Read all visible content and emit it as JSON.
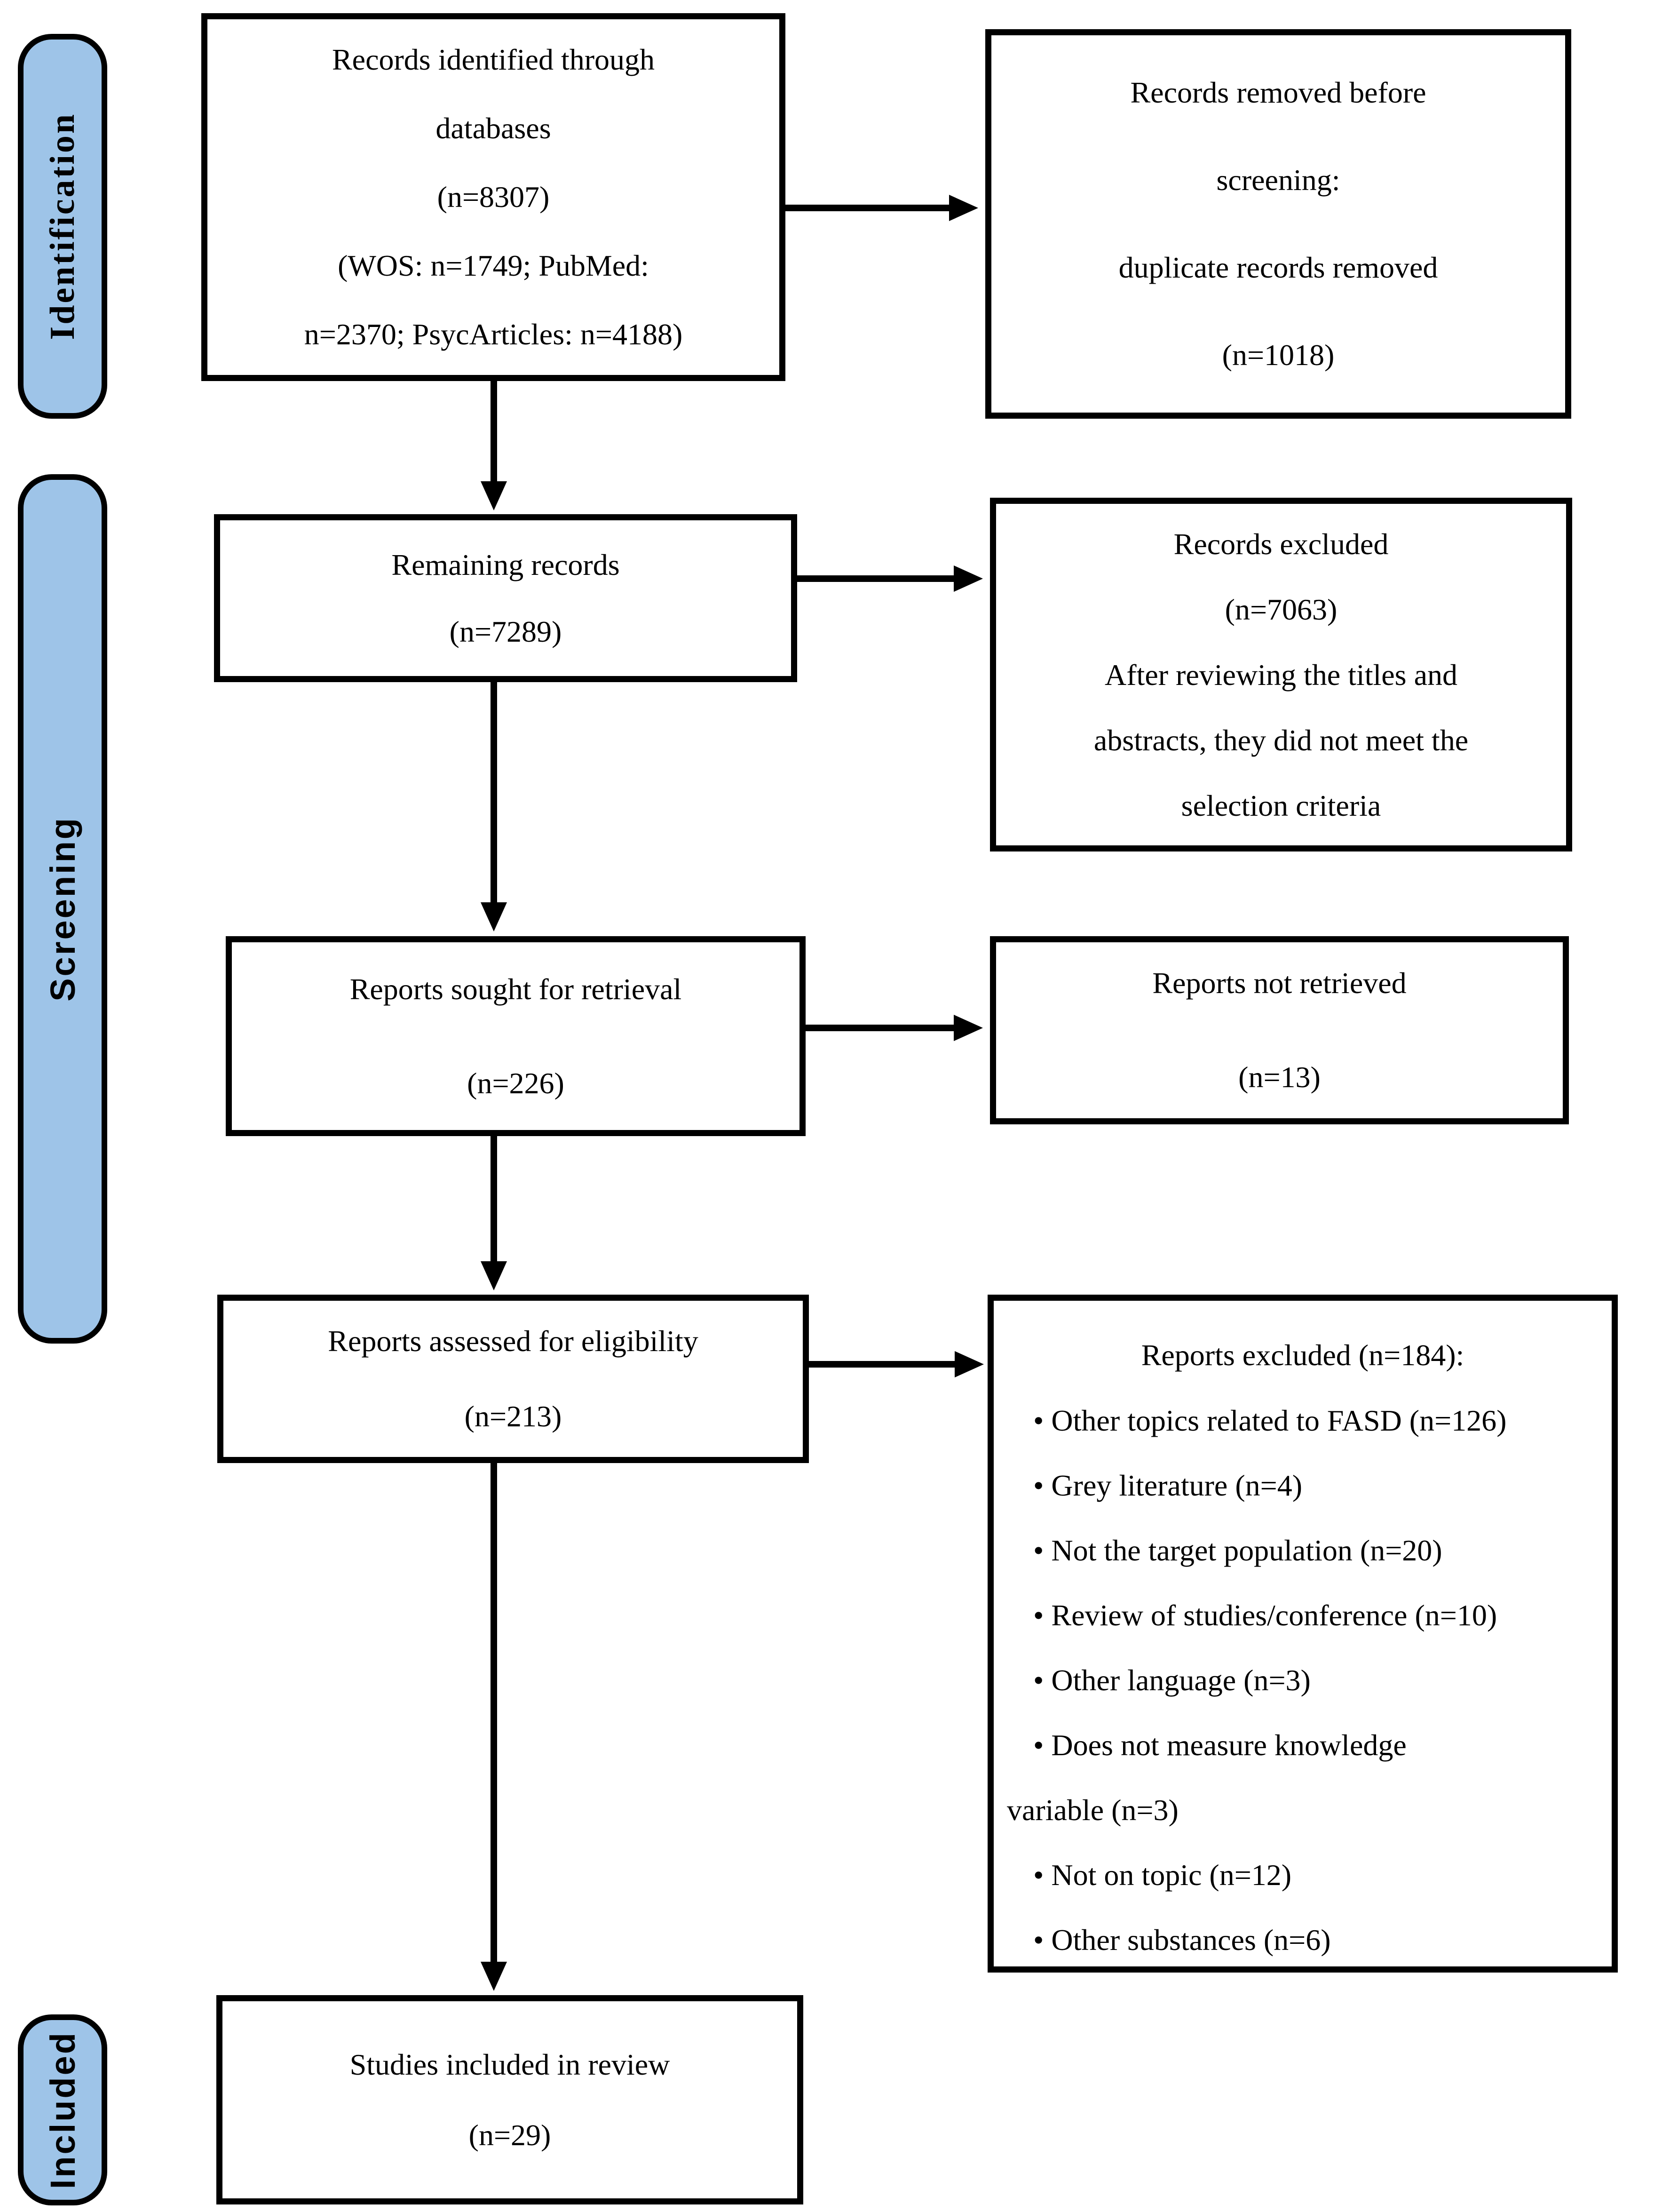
{
  "stages": [
    {
      "label": "Identification"
    },
    {
      "label": "Screening"
    },
    {
      "label": "Included"
    }
  ],
  "boxes": {
    "identified": {
      "lines": [
        "Records identified through",
        "databases",
        "(n=8307)",
        "(WOS: n=1749; PubMed:",
        "n=2370; PsycArticles: n=4188)"
      ]
    },
    "removed": {
      "lines": [
        "Records removed before",
        "screening:",
        "duplicate records removed",
        "(n=1018)"
      ]
    },
    "remaining": {
      "lines": [
        "Remaining records",
        "(n=7289)"
      ]
    },
    "records_excluded": {
      "lines": [
        "Records excluded",
        "(n=7063)",
        "After reviewing the titles and",
        "abstracts, they did not meet the",
        "selection criteria"
      ]
    },
    "sought": {
      "lines": [
        "Reports sought for retrieval",
        "(n=226)"
      ]
    },
    "not_retrieved": {
      "lines": [
        "Reports not retrieved",
        "(n=13)"
      ]
    },
    "assessed": {
      "lines": [
        "Reports assessed for eligibility",
        "(n=213)"
      ]
    },
    "reports_excluded": {
      "title": "Reports excluded (n=184):",
      "lines": [
        "• Other topics related to FASD (n=126)",
        "• Grey literature (n=4)",
        "• Not the target population (n=20)",
        "• Review of studies/conference (n=10)",
        "• Other language (n=3)",
        "• Does not measure knowledge",
        "variable (n=3)",
        "• Not on topic (n=12)",
        "• Other substances (n=6)"
      ]
    },
    "included_studies": {
      "lines": [
        "Studies included in review",
        "(n=29)"
      ]
    }
  },
  "colors": {
    "stage_fill": "#9EC4E8",
    "line": "#000000",
    "background": "#FFFFFF"
  }
}
